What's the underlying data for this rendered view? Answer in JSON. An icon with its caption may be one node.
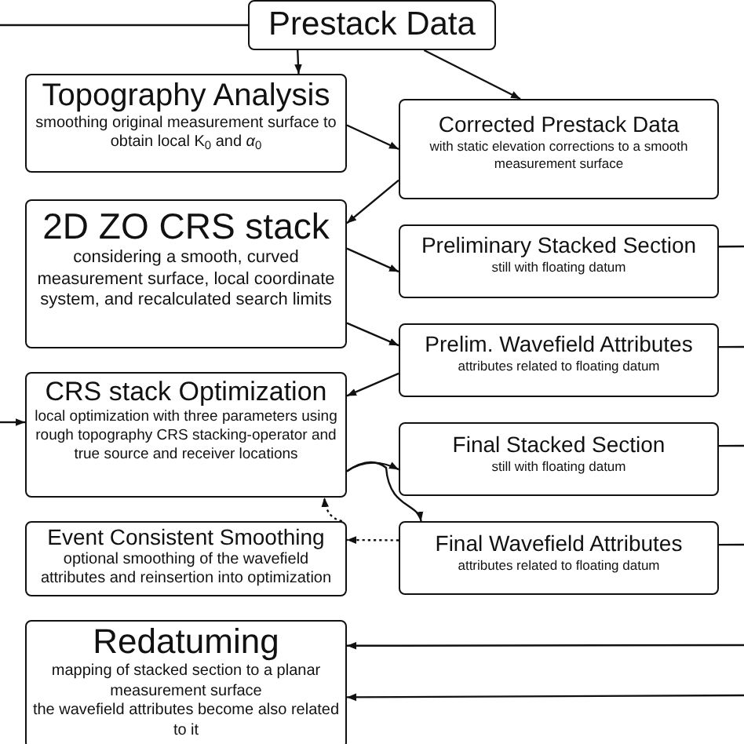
{
  "diagram": {
    "nodes": [
      {
        "text": [
          "Prestack Data"
        ]
      },
      {
        "text": [
          "Topography Analysis",
          "smoothing original measurement surface to obtain local K$_{0}$ and *α*$_{0}$"
        ]
      },
      {
        "text": [
          "Corrected Prestack Data",
          "with static elevation corrections to a smooth measurement surface"
        ]
      },
      {
        "text": [
          "2D ZO CRS stack",
          "considering a smooth, curved measurement surface, local coordinate system, and recalculated search limits"
        ]
      },
      {
        "text": [
          "Preliminary Stacked Section",
          "still with floating datum"
        ]
      },
      {
        "text": [
          "Prelim. Wavefield Attributes",
          "attributes related to floating datum"
        ]
      },
      {
        "text": [
          "CRS stack Optimization",
          "local optimization with three parameters using rough topography CRS stacking-operator and true source and receiver locations"
        ]
      },
      {
        "text": [
          "Final Stacked Section",
          "still with floating datum"
        ]
      },
      {
        "text": [
          "Final Wavefield Attributes",
          "attributes related to floating datum"
        ]
      },
      {
        "text": [
          "Event Consistent Smoothing",
          "optional smoothing of the wavefield attributes and reinsertion into optimization"
        ]
      },
      {
        "text": [
          "Redatuming",
          "mapping of stacked section to a planar measurement surface",
          "the wavefield attributes become also related to it"
        ]
      }
    ],
    "edges": [
      {
        "from": 0,
        "to": 1,
        "arrow": "to"
      },
      {
        "from": 0,
        "to": 2,
        "arrow": "to"
      },
      {
        "from": 0,
        "to": null,
        "arrow": "none"
      },
      {
        "from": 1,
        "to": 2,
        "arrow": "to"
      },
      {
        "from": 2,
        "to": 3,
        "arrow": "to"
      },
      {
        "from": 3,
        "to": 4,
        "arrow": "to"
      },
      {
        "from": 3,
        "to": 5,
        "arrow": "to"
      },
      {
        "from": 4,
        "to": null,
        "arrow": "none"
      },
      {
        "from": 5,
        "to": null,
        "arrow": "none"
      },
      {
        "from": 5,
        "to": 6,
        "arrow": "to"
      },
      {
        "from": null,
        "to": 6,
        "arrow": "to"
      },
      {
        "from": 6,
        "to": 7,
        "arrow": "to"
      },
      {
        "from": 6,
        "to": 8,
        "arrow": "to"
      },
      {
        "from": 7,
        "to": null,
        "arrow": "none"
      },
      {
        "from": 8,
        "to": null,
        "arrow": "none"
      },
      {
        "from": 8,
        "to": 9,
        "arrow": "to",
        "style": "dashed"
      },
      {
        "from": 9,
        "to": 6,
        "arrow": "to",
        "style": "dashed"
      },
      {
        "from": null,
        "to": 10,
        "arrow": "to"
      },
      {
        "from": null,
        "to": 10,
        "arrow": "to"
      }
    ]
  }
}
